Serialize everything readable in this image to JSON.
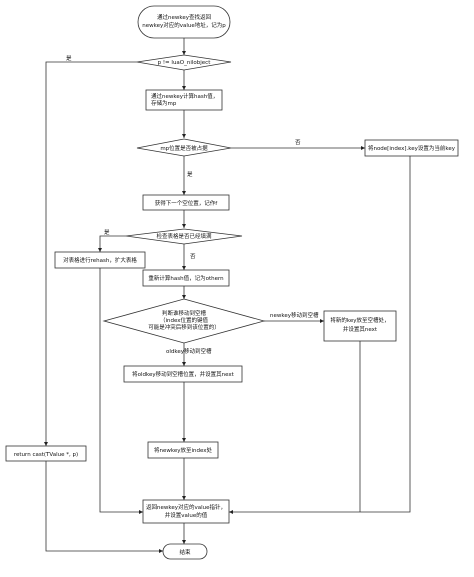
{
  "flowchart": {
    "start": [
      "通过newkey查找返回",
      "newkey对应的value地址，记为p"
    ],
    "check_nilobject": "p != luaO_nilobject",
    "compute_mp": [
      "通过newkey计算hash值，",
      "存储为mp"
    ],
    "check_mp_occupied": "mp位置是否被占据",
    "set_key_at_node": "将node[index].key设置为当前key",
    "get_free_pos": "获得下一个空位置，记作f",
    "check_table_full": "检查表格是否已经填满",
    "rehash": "对表格进行rehash，扩大表格",
    "recompute_hash": "重新计算hash值，记为othern",
    "decide_move": [
      "判断谁移动到空槽",
      "（index位置的键值",
      "可能是冲突后移到该位置的）"
    ],
    "move_newkey": [
      "将新的key放至空槽处，",
      "并设置其next"
    ],
    "move_oldkey": "将oldkey移动到空槽位置，并设置其next",
    "put_newkey_index": "将newkey放至index处",
    "return_cast": "return cast(TValue *, p)",
    "return_value": [
      "返回newkey对应的value指针，",
      "并设置value的值"
    ],
    "end": "结束"
  },
  "edges": {
    "yes": "是",
    "no": "否",
    "newkey_to_empty": "newkey移动到空槽",
    "oldkey_to_empty": "oldkey移动到空槽"
  }
}
